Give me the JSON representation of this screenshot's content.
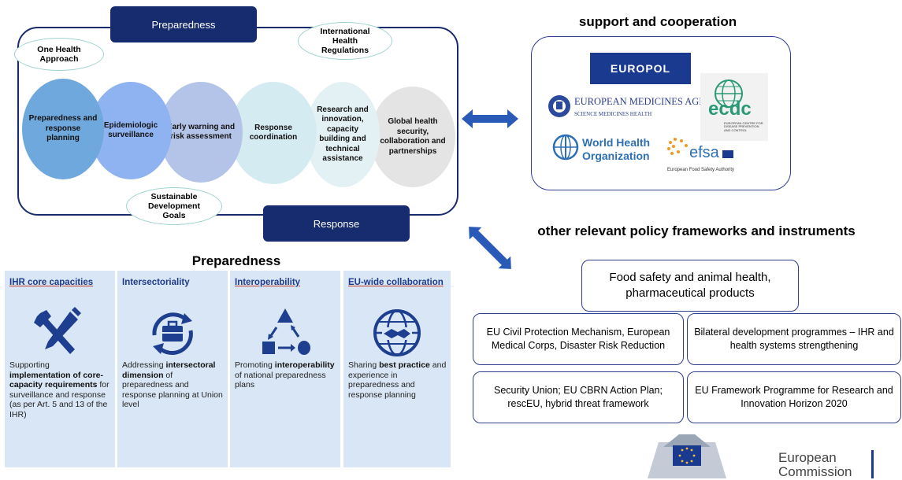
{
  "cycle": {
    "preparedness_tab": "Preparedness",
    "response_tab": "Response",
    "one_health": "One Health Approach",
    "ihr": "International Health Regulations",
    "sdg": "Sustainable Development Goals",
    "stages": [
      {
        "label": "Preparedness and response planning",
        "color": "#6fa8dc"
      },
      {
        "label": "Epidemiologic surveillance",
        "color": "#8fb3f0"
      },
      {
        "label": "Early warning and risk assessment",
        "color": "#b4c4e8"
      },
      {
        "label": "Response coordination",
        "color": "#d5ebf2"
      },
      {
        "label": "Research and innovation, capacity building and technical assistance",
        "color": "#e3f1f4"
      },
      {
        "label": "Global health security, collaboration and partnerships",
        "color": "#e4e4e4"
      }
    ]
  },
  "support": {
    "title": "support and cooperation",
    "logos": {
      "europol": "EUROPOL",
      "ema_line1": "EUROPEAN MEDICINES AGENCY",
      "ema_line2": "SCIENCE MEDICINES HEALTH",
      "ecdc": "ecdc",
      "ecdc_sub": "EUROPEAN CENTRE FOR DISEASE PREVENTION AND CONTROL",
      "who_line1": "World Health",
      "who_line2": "Organization",
      "efsa": "efsa",
      "efsa_sub": "European Food Safety Authority"
    }
  },
  "policy": {
    "title": "other relevant policy frameworks and instruments",
    "top_box": "Food safety and animal health, pharmaceutical products",
    "boxes": [
      "EU Civil Protection Mechanism, European Medical Corps, Disaster Risk Reduction",
      "Bilateral development programmes – IHR and health systems strengthening",
      "Security Union; EU CBRN Action Plan; rescEU, hybrid threat framework",
      "EU Framework Programme for Research and Innovation Horizon 2020"
    ]
  },
  "preparedness": {
    "title": "Preparedness",
    "columns": [
      {
        "heading": "IHR core capacities",
        "icon": "wrench-pencil-icon",
        "text_pre": "Supporting ",
        "text_bold": "implementation of core-capacity requirements",
        "text_post": " for surveillance and response (as per Art. 5 and 13 of the IHR)"
      },
      {
        "heading": "Intersectoriality",
        "icon": "briefcase-cycle-icon",
        "text_pre": "Addressing ",
        "text_bold": "intersectoral dimension",
        "text_post": " of preparedness and response planning at Union level"
      },
      {
        "heading": "Interoperability",
        "icon": "shapes-flow-icon",
        "text_pre": "Promoting ",
        "text_bold": "interoperability",
        "text_post": " of national preparedness plans"
      },
      {
        "heading": "EU-wide collaboration",
        "icon": "globe-handshake-icon",
        "text_pre": "Sharing ",
        "text_bold": "best practice",
        "text_post": " and experience in preparedness and response planning"
      }
    ]
  },
  "footer": {
    "commission_line1": "European",
    "commission_line2": "Commission"
  },
  "colors": {
    "navy": "#172c6e",
    "icon_blue": "#1e3f8f",
    "column_bg": "#d9e6f5",
    "arrow": "#2a5ab8"
  }
}
